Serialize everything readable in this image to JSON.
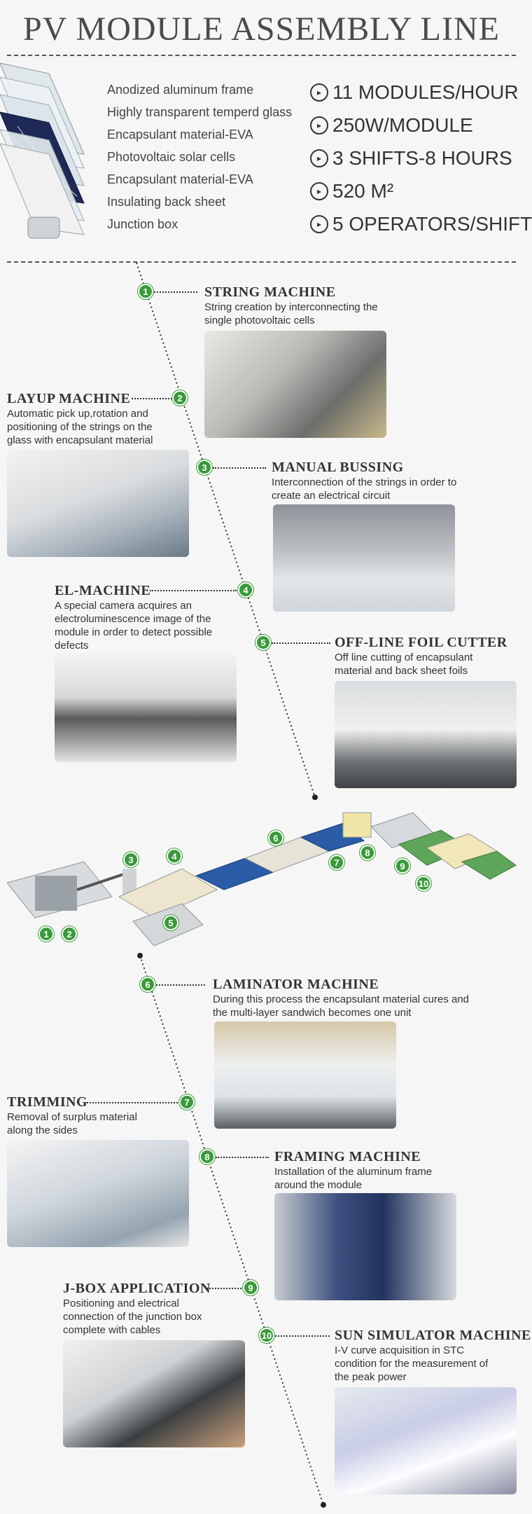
{
  "title": "PV MODULE ASSEMBLY LINE",
  "layers": [
    "Anodized aluminum frame",
    "Highly transparent temperd glass",
    "Encapsulant material-EVA",
    "Photovoltaic solar cells",
    "Encapsulant material-EVA",
    "Insulating back sheet",
    "Junction box"
  ],
  "specs": [
    "11 MODULES/HOUR",
    "250W/MODULE",
    "3 SHIFTS-8 HOURS",
    "520 M²",
    "5 OPERATORS/SHIFT"
  ],
  "steps": [
    {
      "num": "1",
      "title": "STRING MACHINE",
      "desc": "String creation by interconnecting the single photovoltaic cells"
    },
    {
      "num": "2",
      "title": "LAYUP MACHINE",
      "desc": "Automatic pick up,rotation and positioning of the strings on the glass with encapsulant material"
    },
    {
      "num": "3",
      "title": "MANUAL BUSSING",
      "desc": "Interconnection of the strings in order to create an electrical circuit"
    },
    {
      "num": "4",
      "title": "EL-MACHINE",
      "desc": "A special camera acquires an electroluminescence image of the module in order to detect possible defects"
    },
    {
      "num": "5",
      "title": "OFF-LINE FOIL CUTTER",
      "desc": "Off line cutting of encapsulant material and back sheet foils"
    },
    {
      "num": "6",
      "title": "LAMINATOR MACHINE",
      "desc": "During this process the encapsulant material cures and the multi-layer sandwich becomes one unit"
    },
    {
      "num": "7",
      "title": "TRIMMING",
      "desc": "Removal of surplus material along the sides"
    },
    {
      "num": "8",
      "title": "FRAMING MACHINE",
      "desc": "Installation of the aluminum frame around the module"
    },
    {
      "num": "9",
      "title": "J-BOX APPLICATION",
      "desc": "Positioning and electrical connection of the junction box complete with cables"
    },
    {
      "num": "10",
      "title": "SUN SIMULATOR MACHINE",
      "desc": "I-V curve acquisition in STC condition for the measurement of the peak power"
    }
  ],
  "line_labels": [
    "1",
    "2",
    "3",
    "4",
    "5",
    "6",
    "7",
    "8",
    "9",
    "10"
  ],
  "colors": {
    "accent": "#3a9a3a",
    "text": "#333333",
    "background": "#f6f6f6"
  },
  "icons": {
    "spec_bullet": "arrow-circle-icon"
  }
}
